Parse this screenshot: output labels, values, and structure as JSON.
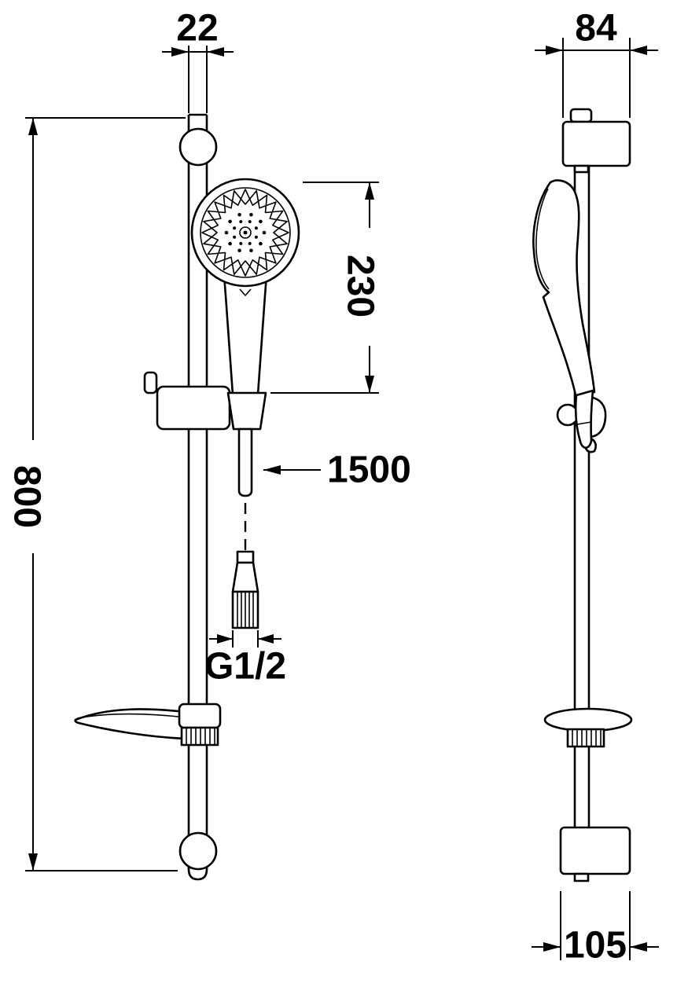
{
  "dimensions": {
    "rail_width": "22",
    "head_length": "230",
    "bar_height": "800",
    "hose_length": "1500",
    "thread_size": "G1/2",
    "bracket_width": "84",
    "bracket_depth": "105"
  },
  "colors": {
    "line": "#000000",
    "background": "#ffffff"
  }
}
